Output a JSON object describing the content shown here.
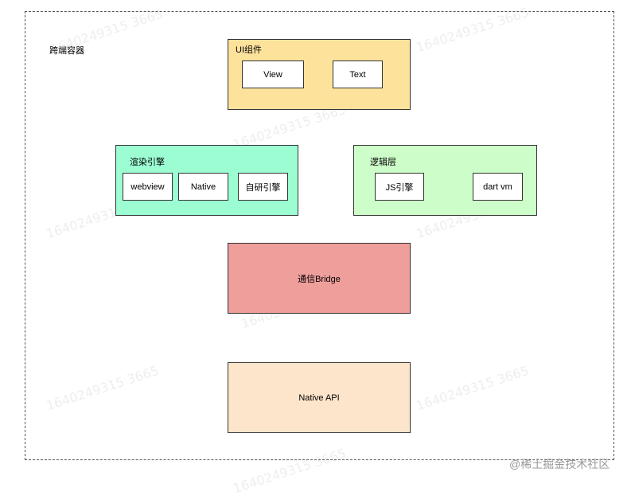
{
  "container": {
    "label": "跨端容器"
  },
  "ui_group": {
    "label": "UI组件",
    "items": [
      "View",
      "Text"
    ]
  },
  "render_group": {
    "label": "渲染引擎",
    "items": [
      "webview",
      "Native",
      "自研引擎"
    ]
  },
  "logic_group": {
    "label": "逻辑层",
    "items": [
      "JS引擎",
      "dart vm"
    ]
  },
  "bridge": {
    "label": "通信Bridge"
  },
  "native_api": {
    "label": "Native API"
  },
  "watermark": {
    "text": "1640249315 3665"
  },
  "footer": {
    "credit": "@稀土掘金技术社区"
  },
  "colors": {
    "ui_group": "#fde29c",
    "render_group": "#9cfdd3",
    "logic_group": "#cdfdc8",
    "bridge": "#ee9e9b",
    "native_api": "#fde5cb"
  }
}
